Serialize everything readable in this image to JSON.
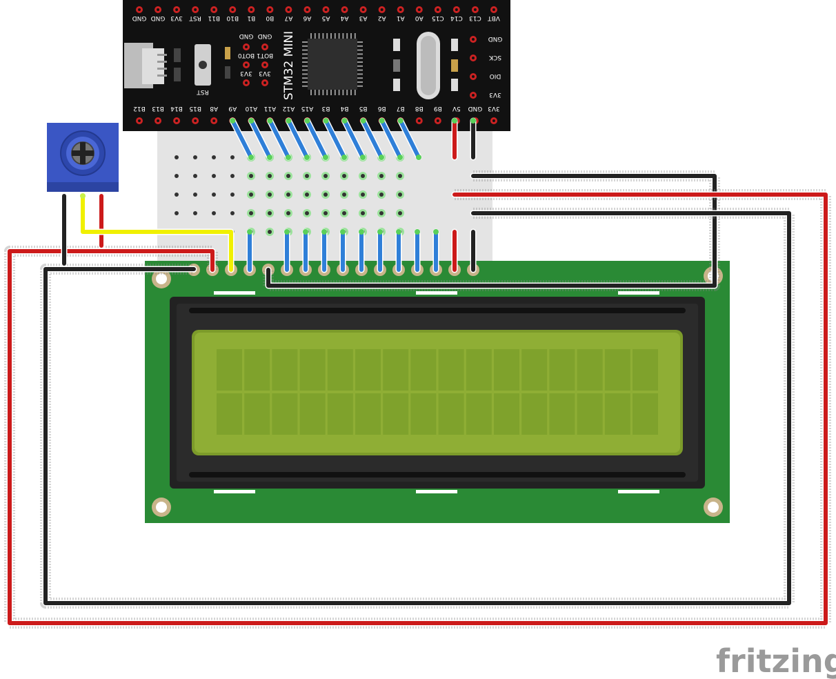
{
  "board": {
    "title": "STM32 MINI",
    "rst_label": "RST",
    "top_pins": [
      "GND",
      "GND",
      "3V3",
      "RST",
      "B11",
      "B10",
      "B1",
      "B0",
      "A7",
      "A6",
      "A5",
      "A4",
      "A3",
      "A2",
      "A1",
      "A0",
      "C15",
      "C14",
      "C13",
      "VBT"
    ],
    "bottom_pins": [
      "B12",
      "B13",
      "B14",
      "B15",
      "A8",
      "A9",
      "A10",
      "A11",
      "A12",
      "A15",
      "B3",
      "B4",
      "B5",
      "B6",
      "B7",
      "B8",
      "B9",
      "5V",
      "GND",
      "3V3"
    ],
    "swd_pins": [
      "GND",
      "SCK",
      "DIO",
      "3V3"
    ],
    "inner_pins_row1": [
      "GND",
      "GND"
    ],
    "inner_pins_row2": [
      "BOT0",
      "BOT1"
    ],
    "inner_pins_row3": [
      "3V3",
      "3V3"
    ]
  },
  "breadboard": {
    "columns": 13,
    "rows": 5
  },
  "lcd": {
    "type": "16x2",
    "columns": 16,
    "rows": 2,
    "screen_color": "#8fae35",
    "pcb_color": "#2a8a35",
    "pin_count": 16
  },
  "potentiometer": {
    "pins": 3,
    "color": "#3a56c4"
  },
  "wires": {
    "colors": {
      "red": "#cc1a1a",
      "black": "#222222",
      "yellow": "#f0f000",
      "blue": "#2f7fd8"
    }
  },
  "watermark": "fritzing"
}
